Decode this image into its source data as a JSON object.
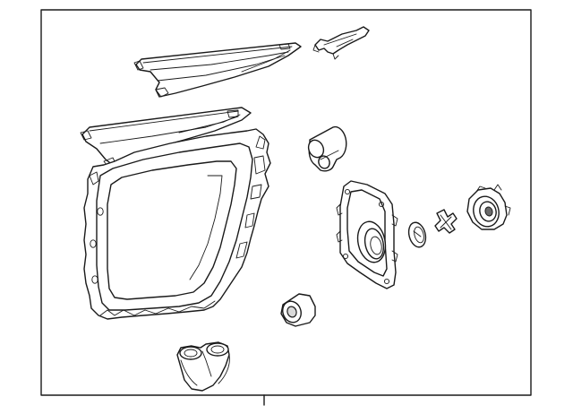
{
  "diagram": {
    "frame_color": "#1a1a1a",
    "line_color": "#1a1a1a",
    "background": "#ffffff",
    "parts": [
      "upper-mounting-bracket",
      "retaining-clip",
      "lower-mounting-bracket",
      "headlamp-assembly",
      "bulb-socket-cap",
      "adjuster-plate",
      "dust-cover",
      "retainer-clip",
      "bulb-socket",
      "grommet",
      "socket-harness"
    ]
  }
}
